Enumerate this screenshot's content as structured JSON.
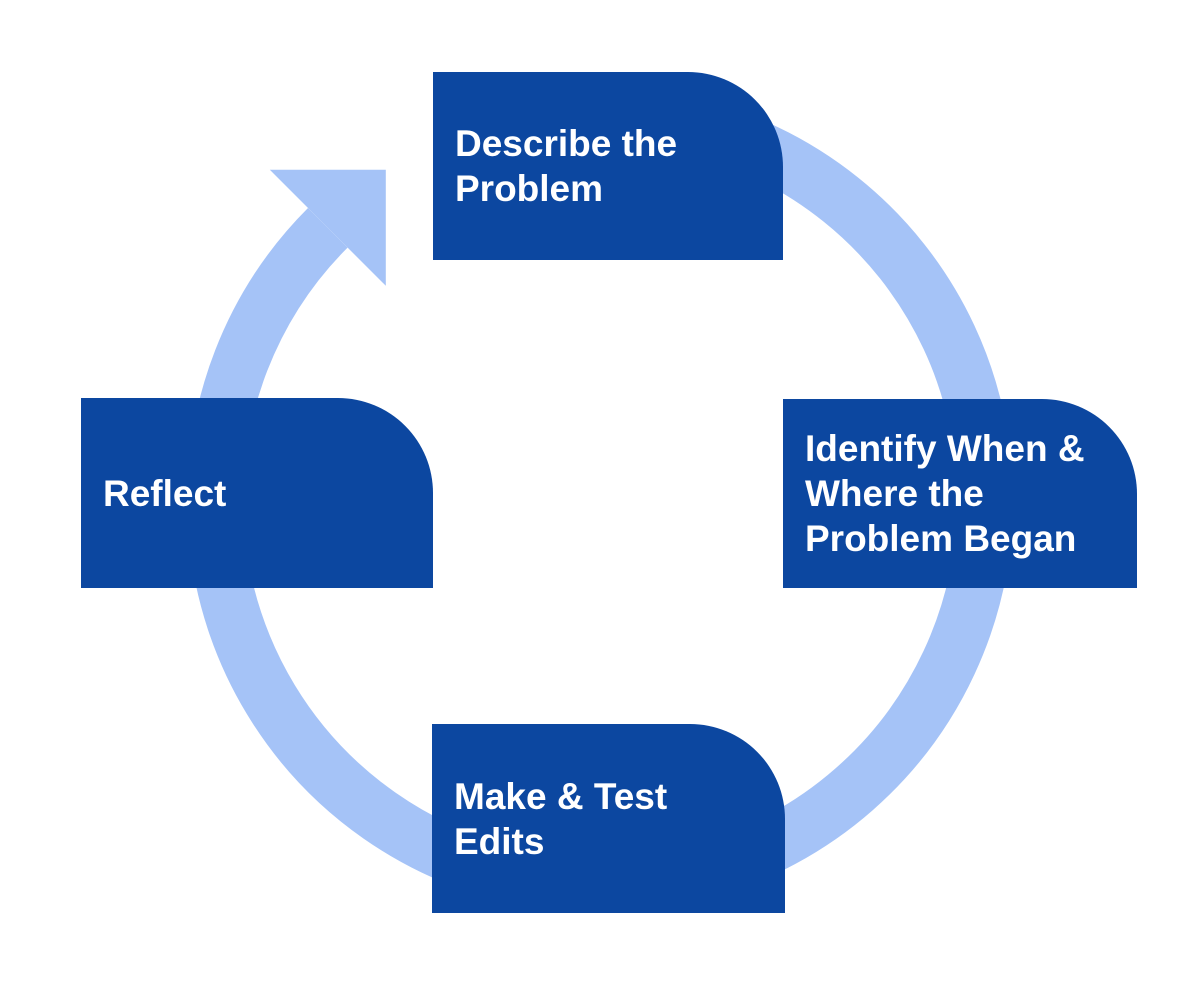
{
  "diagram": {
    "type": "cycle",
    "direction": "clockwise",
    "background": "#FFFFFF"
  },
  "colors": {
    "box": "#0C47A0",
    "ring": "#A5C3F7",
    "text": "#FFFFFF"
  },
  "steps": [
    {
      "position": "top",
      "label": "Describe the Problem",
      "lines": [
        "Describe the",
        "Problem"
      ]
    },
    {
      "position": "right",
      "label": "Identify When & Where the Problem Began",
      "lines": [
        "Identify When &",
        "Where the",
        "Problem Began"
      ]
    },
    {
      "position": "bottom",
      "label": "Make & Test Edits",
      "lines": [
        "Make & Test",
        "Edits"
      ]
    },
    {
      "position": "left",
      "label": "Reflect",
      "lines": [
        "Reflect"
      ]
    }
  ]
}
